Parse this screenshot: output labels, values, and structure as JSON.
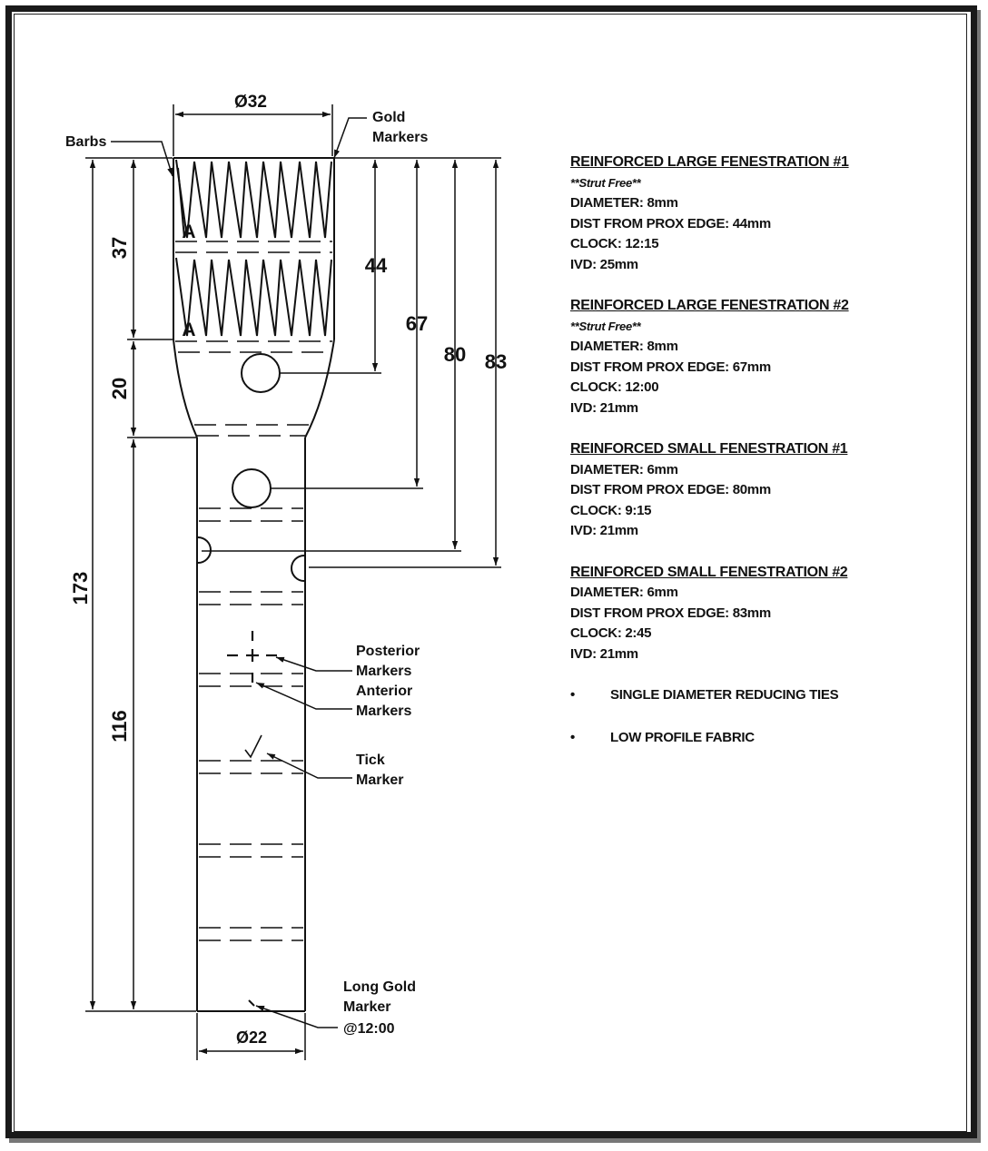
{
  "drawing": {
    "top_diameter": "Ø32",
    "bottom_diameter": "Ø22",
    "dim_37": "37",
    "dim_20": "20",
    "dim_116": "116",
    "dim_173": "173",
    "dim_44": "44",
    "dim_67": "67",
    "dim_80": "80",
    "dim_83": "83",
    "anchor_mark": "A",
    "labels": {
      "barbs": "Barbs",
      "gold_markers": [
        "Gold",
        "Markers"
      ],
      "posterior_markers": [
        "Posterior",
        "Markers"
      ],
      "anterior_markers": [
        "Anterior",
        "Markers"
      ],
      "tick_marker": [
        "Tick",
        "Marker"
      ],
      "long_gold_marker": [
        "Long Gold",
        "Marker",
        "@12:00"
      ]
    }
  },
  "specs": [
    {
      "title": "REINFORCED LARGE FENESTRATION #1",
      "note": "**Strut Free**",
      "lines": [
        "DIAMETER: 8mm",
        "DIST FROM PROX EDGE: 44mm",
        "CLOCK: 12:15",
        "IVD: 25mm"
      ]
    },
    {
      "title": "REINFORCED LARGE FENESTRATION #2",
      "note": "**Strut Free**",
      "lines": [
        "DIAMETER: 8mm",
        "DIST FROM PROX EDGE: 67mm",
        "CLOCK: 12:00",
        "IVD: 21mm"
      ]
    },
    {
      "title": "REINFORCED SMALL FENESTRATION #1",
      "lines": [
        "DIAMETER: 6mm",
        "DIST FROM PROX EDGE: 80mm",
        "CLOCK: 9:15",
        "IVD: 21mm"
      ]
    },
    {
      "title": "REINFORCED SMALL FENESTRATION #2",
      "lines": [
        "DIAMETER: 6mm",
        "DIST FROM PROX EDGE: 83mm",
        "CLOCK: 2:45",
        "IVD: 21mm"
      ]
    }
  ],
  "bullets": [
    "SINGLE DIAMETER REDUCING TIES",
    "LOW PROFILE FABRIC"
  ]
}
